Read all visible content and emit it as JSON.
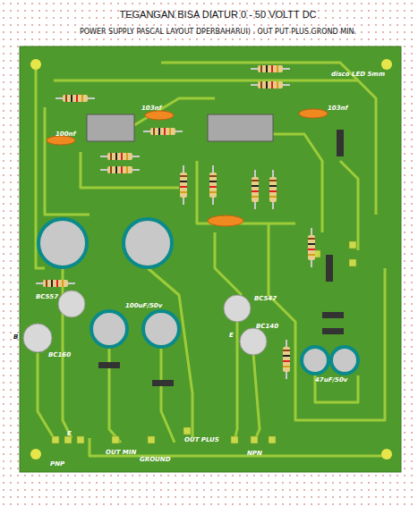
{
  "diagram": {
    "title": "TEGANGAN BISA DIATUR 0 - 50 VOLTT DC",
    "labels": [
      "POWER SUPPLY PASCAL LAYOUT DPERBAHARUI) . OUT PUT PLUS.GROND MIN.",
      "100nf",
      "103nf",
      "103nf",
      "disco LED 5mm",
      "BC557",
      "100uF/50v",
      "BC547",
      "BC140",
      "BC160",
      "47uF/50v",
      "B",
      "E",
      "E",
      "OUT MIN",
      "GROUND",
      "OUT PLUS",
      "NPN",
      "PNP"
    ]
  }
}
